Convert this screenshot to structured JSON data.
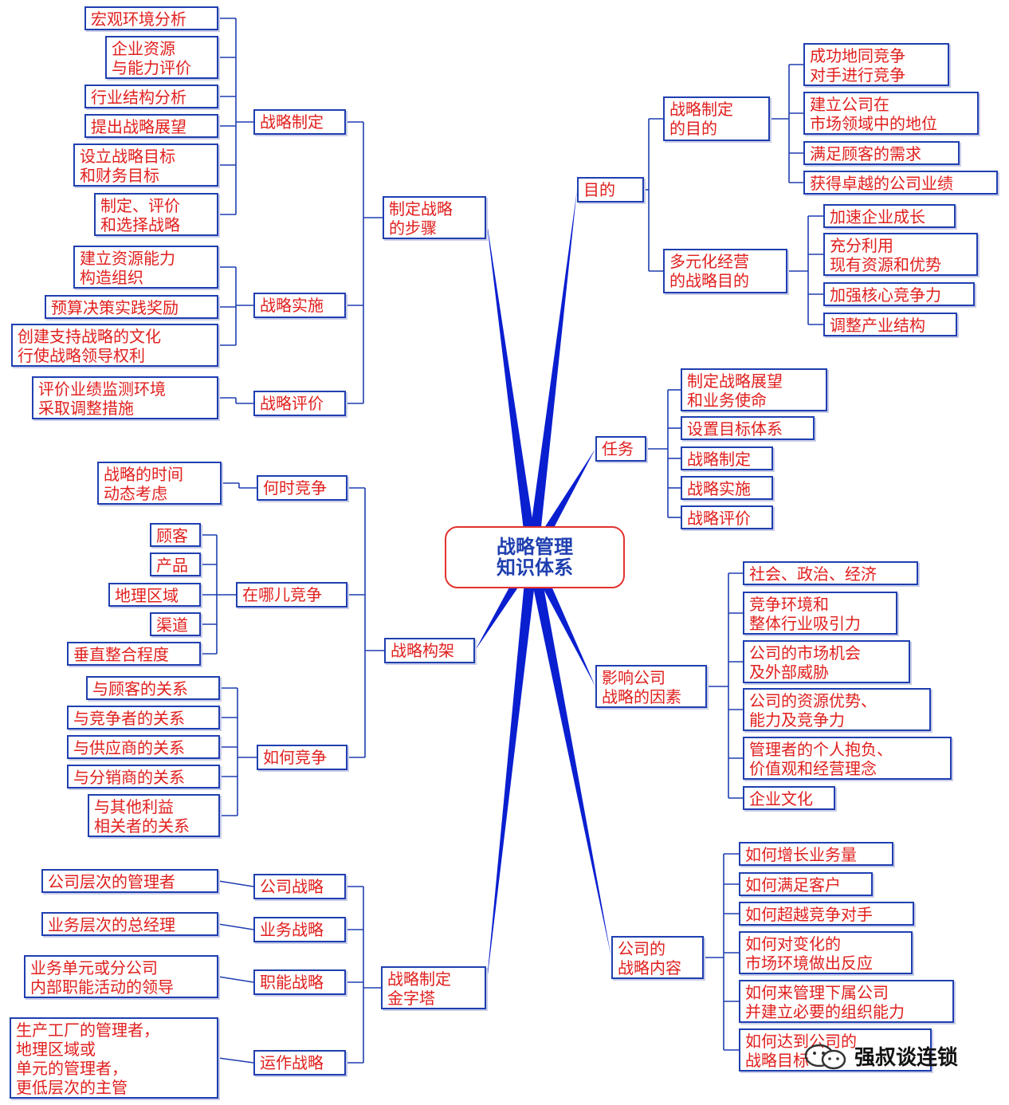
{
  "center": "战略管理\n知识体系",
  "purpose": {
    "label": "目的",
    "goal": {
      "label": "战略制定\n的目的",
      "items": [
        "成功地同竞争\n对手进行竞争",
        "建立公司在\n市场领域中的地位",
        "满足顾客的需求",
        "获得卓越的公司业绩"
      ]
    },
    "diversification": {
      "label": "多元化经营\n的战略目的",
      "items": [
        "加速企业成长",
        "充分利用\n现有资源和优势",
        "加强核心竞争力",
        "调整产业结构"
      ]
    }
  },
  "tasks": {
    "label": "任务",
    "items": [
      "制定战略展望\n和业务使命",
      "设置目标体系",
      "战略制定",
      "战略实施",
      "战略评价"
    ]
  },
  "factors": {
    "label": "影响公司\n战略的因素",
    "items": [
      "社会、政治、经济",
      "竞争环境和\n整体行业吸引力",
      "公司的市场机会\n及外部威胁",
      "公司的资源优势、\n能力及竞争力",
      "管理者的个人抱负、\n价值观和经营理念",
      "企业文化"
    ]
  },
  "content": {
    "label": "公司的\n战略内容",
    "items": [
      "如何增长业务量",
      "如何满足客户",
      "如何超越竞争对手",
      "如何对变化的\n市场环境做出反应",
      "如何来管理下属公司\n并建立必要的组织能力",
      "如何达到公司的\n战略目标"
    ]
  },
  "steps": {
    "label": "制定战略\n的步骤",
    "formulation": {
      "label": "战略制定",
      "items": [
        "宏观环境分析",
        "企业资源\n与能力评价",
        "行业结构分析",
        "提出战略展望",
        "设立战略目标\n和财务目标",
        "制定、评价\n和选择战略"
      ]
    },
    "implementation": {
      "label": "战略实施",
      "items": [
        "建立资源能力\n构造组织",
        "预算决策实践奖励",
        "创建支持战略的文化\n行使战略领导权利"
      ]
    },
    "evaluation": {
      "label": "战略评价",
      "items": [
        "评价业绩监测环境\n采取调整措施"
      ]
    }
  },
  "framework": {
    "label": "战略构架",
    "when": {
      "label": "何时竞争",
      "items": [
        "战略的时间\n动态考虑"
      ]
    },
    "where": {
      "label": "在哪儿竞争",
      "items": [
        "顾客",
        "产品",
        "地理区域",
        "渠道",
        "垂直整合程度"
      ]
    },
    "how": {
      "label": "如何竞争",
      "items": [
        "与顾客的关系",
        "与竞争者的关系",
        "与供应商的关系",
        "与分销商的关系",
        "与其他利益\n相关者的关系"
      ]
    }
  },
  "pyramid": {
    "label": "战略制定\n金字塔",
    "levels": [
      {
        "label": "公司战略",
        "item": "公司层次的管理者"
      },
      {
        "label": "业务战略",
        "item": "业务层次的总经理"
      },
      {
        "label": "职能战略",
        "item": "业务单元或分公司\n内部职能活动的领导"
      },
      {
        "label": "运作战略",
        "item": "生产工厂的管理者，\n地理区域或\n单元的管理者，\n更低层次的主管"
      }
    ]
  },
  "watermark": "强叔谈连锁",
  "colors": {
    "text": "#e0201e",
    "border": "#1f3fb0",
    "spoke": "#0a1fd0"
  }
}
